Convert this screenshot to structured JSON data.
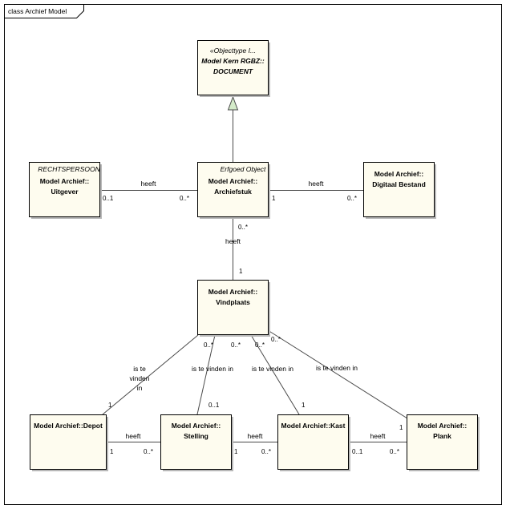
{
  "diagram_title": "class Archief Model",
  "document_class": {
    "stereotype": "«Objecttype I...",
    "line1": "Model Kern RGBZ::",
    "line2": "DOCUMENT"
  },
  "archiefstuk": {
    "stereotype": "Erfgoed Object",
    "line1": "Model Archief::",
    "line2": "Archiefstuk"
  },
  "uitgever": {
    "stereotype": "RECHTSPERSOON",
    "line1": "Model Archief::",
    "line2": "Uitgever"
  },
  "digitaal_bestand": {
    "line1": "Model Archief::",
    "line2": "Digitaal Bestand"
  },
  "vindplaats": {
    "line1": "Model Archief::",
    "line2": "Vindplaats"
  },
  "depot": {
    "line1": "Model Archief::Depot"
  },
  "stelling": {
    "line1": "Model Archief::",
    "line2": "Stelling"
  },
  "kast": {
    "line1": "Model Archief::Kast"
  },
  "plank": {
    "line1": "Model Archief::",
    "line2": "Plank"
  },
  "associations": {
    "uitgever_archiefstuk": {
      "label": "heeft",
      "mult_source": "0..1",
      "mult_target": "0..*"
    },
    "archiefstuk_digitaal": {
      "label": "heeft",
      "mult_source": "1",
      "mult_target": "0..*"
    },
    "archiefstuk_vindplaats": {
      "label": "heeft",
      "mult_source": "0..*",
      "mult_target": "1"
    },
    "vindplaats_depot": {
      "label_line1": "is te",
      "label_line2": "vinden",
      "label_line3": "in",
      "mult_source": "0..*",
      "mult_target": "1"
    },
    "vindplaats_stelling": {
      "label": "is te vinden in",
      "mult_source": "0..*",
      "mult_target": "0..1"
    },
    "vindplaats_kast": {
      "label": "is te vinden in",
      "mult_source": "0..*",
      "mult_target": "1"
    },
    "vindplaats_plank": {
      "label": "is te vinden in",
      "mult_source": "0..*",
      "mult_target": "1"
    },
    "depot_stelling": {
      "label": "heeft",
      "mult_source": "1",
      "mult_target": "0..*"
    },
    "stelling_kast": {
      "label": "heeft",
      "mult_source": "1",
      "mult_target": "0..*"
    },
    "kast_plank": {
      "label": "heeft",
      "mult_source": "0..1",
      "mult_target": "0..*"
    }
  }
}
